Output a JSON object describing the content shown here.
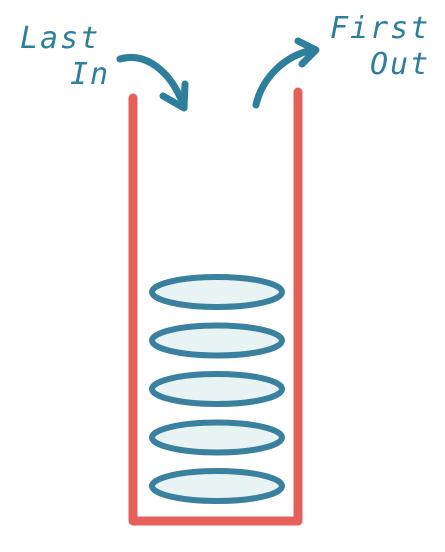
{
  "labels": {
    "last_in": [
      "Last",
      "In"
    ],
    "first_out": [
      "First",
      "Out"
    ]
  },
  "colors": {
    "container": "#e5605a",
    "plate_stroke": "#3a819f",
    "plate_fill": "#e8f3f4",
    "arrow": "#2e7f9c",
    "label_text": "#2e7f9c"
  },
  "stack": {
    "plate_count": 5
  }
}
